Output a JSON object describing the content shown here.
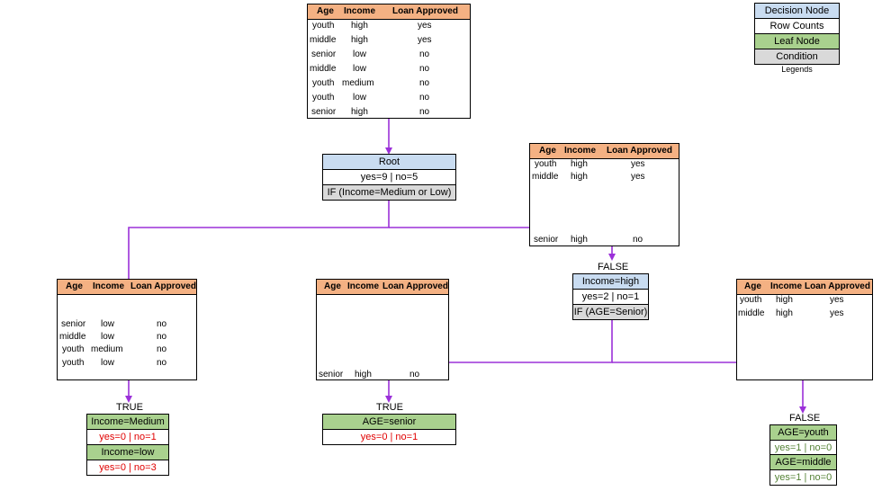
{
  "colors": {
    "decision_node": "#c9dcf1",
    "row_counts": "#ffffff",
    "leaf_node": "#a9d18e",
    "condition": "#d9d9d9",
    "table_header": "#f4b183",
    "connector": "#9b30d9",
    "count_negative": "#e00000",
    "count_positive": "#548235"
  },
  "headers": {
    "age": "Age",
    "income": "Income",
    "loan": "Loan Approved"
  },
  "tables": {
    "root": {
      "rows": [
        [
          "youth",
          "high",
          "yes"
        ],
        [
          "middle",
          "high",
          "yes"
        ],
        [
          "senior",
          "low",
          "no"
        ],
        [
          "middle",
          "low",
          "no"
        ],
        [
          "youth",
          "medium",
          "no"
        ],
        [
          "youth",
          "low",
          "no"
        ],
        [
          "senior",
          "high",
          "no"
        ]
      ]
    },
    "false_high": {
      "rows": [
        [
          "youth",
          "high",
          "yes"
        ],
        [
          "middle",
          "high",
          "yes"
        ],
        [
          "senior",
          "high",
          "no"
        ]
      ]
    },
    "left": {
      "rows": [
        [
          "senior",
          "low",
          "no"
        ],
        [
          "middle",
          "low",
          "no"
        ],
        [
          "youth",
          "medium",
          "no"
        ],
        [
          "youth",
          "low",
          "no"
        ]
      ]
    },
    "middle": {
      "rows": [
        [
          "senior",
          "high",
          "no"
        ]
      ]
    },
    "right": {
      "rows": [
        [
          "youth",
          "high",
          "yes"
        ],
        [
          "middle",
          "high",
          "yes"
        ]
      ]
    }
  },
  "nodes": {
    "root": {
      "title": "Root",
      "counts": "yes=9 | no=5",
      "condition": "IF (Income=Medium or Low)"
    },
    "income_high": {
      "title": "Income=high",
      "counts": "yes=2 | no=1",
      "condition": "IF (AGE=Senior)"
    },
    "income_medium": {
      "title": "Income=Medium",
      "counts": "yes=0 | no=1"
    },
    "income_low": {
      "title": "Income=low",
      "counts": "yes=0 | no=3"
    },
    "age_senior": {
      "title": "AGE=senior",
      "counts": "yes=0 | no=1"
    },
    "age_youth": {
      "title": "AGE=youth",
      "counts": "yes=1 | no=0"
    },
    "age_middle": {
      "title": "AGE=middle",
      "counts": "yes=1 | no=0"
    }
  },
  "branch_labels": {
    "true_left": "TRUE",
    "true_middle": "TRUE",
    "false_top": "FALSE",
    "false_right": "FALSE"
  },
  "legend": {
    "items": [
      "Decision Node",
      "Row Counts",
      "Leaf Node",
      "Condition"
    ],
    "caption": "Legends"
  }
}
